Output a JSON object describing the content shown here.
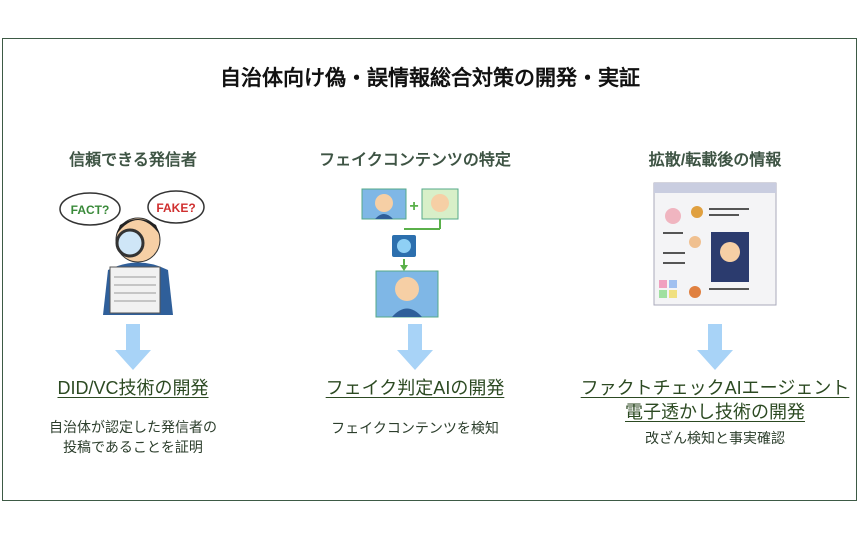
{
  "title": "自治体向け偽・誤情報総合対策の開発・実証",
  "columns": [
    {
      "heading": "信頼できる発信者",
      "illustration": "detective-fact-fake",
      "bubble_left": "FACT?",
      "bubble_right": "FAKE?",
      "link": [
        "DID/VC技術の開発"
      ],
      "desc": [
        "自治体が認定した発信者の",
        "投稿であることを証明"
      ]
    },
    {
      "heading": "フェイクコンテンツの特定",
      "illustration": "face-merge-ai",
      "link": [
        "フェイク判定AIの開発"
      ],
      "desc": [
        "フェイクコンテンツを検知"
      ]
    },
    {
      "heading": "拡散/転載後の情報",
      "illustration": "sns-browser",
      "link": [
        "ファクトチェックAIエージェント",
        "電子透かし技術の開発"
      ],
      "desc": [
        "改ざん検知と事実確認"
      ]
    }
  ],
  "colors": {
    "frame": "#3d5a45",
    "arrow": "#a8d3f7",
    "link": "#2c4a22"
  }
}
